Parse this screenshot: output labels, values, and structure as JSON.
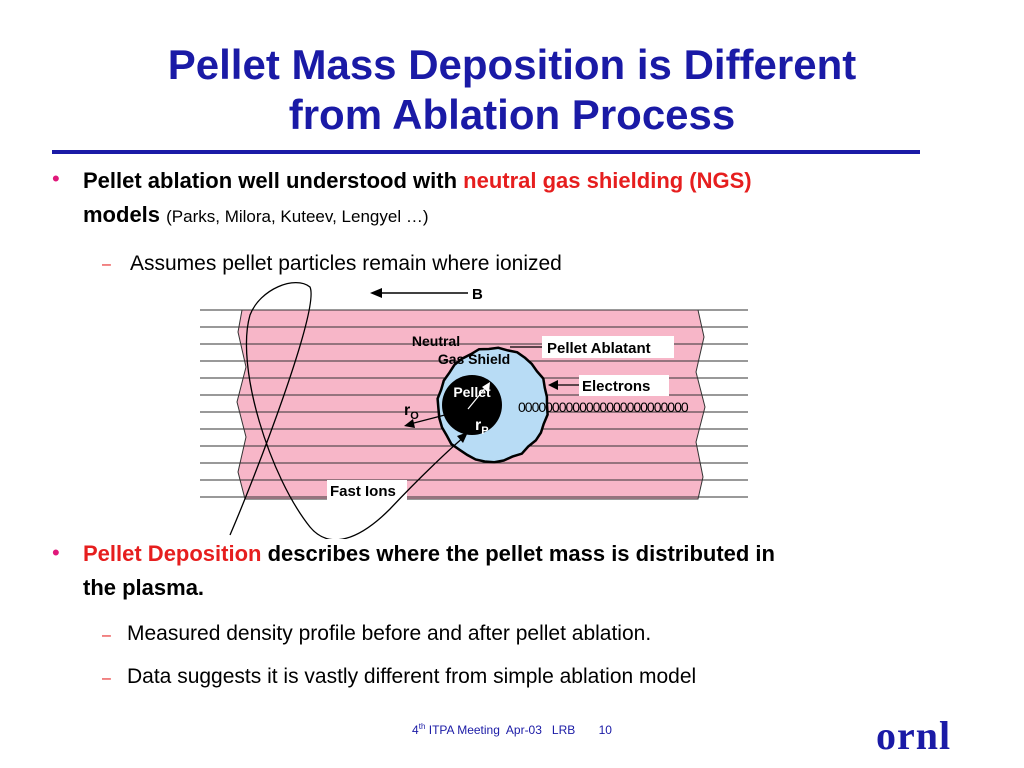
{
  "title": {
    "line1": "Pellet Mass Deposition is Different",
    "line2": "from Ablation Process"
  },
  "bullet_char": "•",
  "dash_char": "–",
  "bullet1": {
    "text": "Pellet ablation well understood with ",
    "highlight": "neutral gas shielding (NGS)",
    "text2": "models ",
    "citation": "(Parks, Milora, Kuteev, Lengyel …)",
    "sub": "Assumes pellet particles remain where ionized"
  },
  "diagram": {
    "label_b": "B",
    "label_neutral": "Neutral",
    "label_gas_shield": "Gas Shield",
    "label_pellet_ablatant": "Pellet Ablatant",
    "label_pellet": "Pellet",
    "label_electrons": "Electrons",
    "label_ro_main": "r",
    "label_ro_sub": "O",
    "label_rp_main": "r",
    "label_rp_sub": "P",
    "label_fast_ions": "Fast Ions",
    "electron_coil": "0000000000000000000000000"
  },
  "bullet2": {
    "highlight": "Pellet Deposition",
    "text": " describes where the pellet mass is distributed in",
    "text2": "the plasma.",
    "sub1": "Measured density profile before and after pellet ablation.",
    "sub2": "Data suggests it is vastly different from simple ablation model"
  },
  "footer": {
    "num": "4",
    "sup": "th",
    "text": " ITPA Meeting  Apr-03   LRB       10"
  },
  "logo": "ornl",
  "colors": {
    "title_blue": "#1a1aa6",
    "accent_red": "#e61e1e",
    "bullet_magenta": "#e0187a",
    "ablatant_pink": "#f7b6c8",
    "shield_blue": "#b8dcf5"
  }
}
